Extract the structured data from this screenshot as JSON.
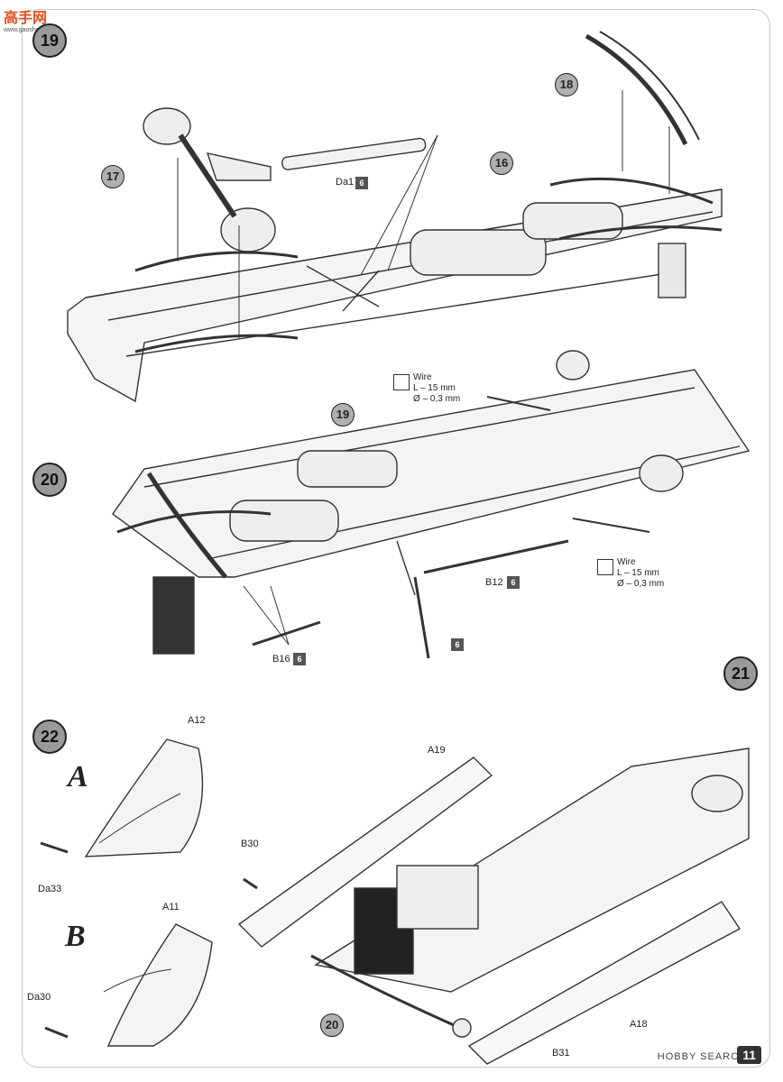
{
  "watermark": {
    "site": "高手网",
    "url": "www.gaoshou.com"
  },
  "steps": [
    {
      "number": "19"
    },
    {
      "number": "20"
    },
    {
      "number": "21"
    },
    {
      "number": "22"
    }
  ],
  "callouts": [
    "17",
    "18",
    "16",
    "19",
    "20"
  ],
  "parts": {
    "da1": "Da1",
    "b12": "B12",
    "b16": "B16",
    "a12": "A12",
    "a11": "A11",
    "a19": "A19",
    "a18": "A18",
    "b30": "B30",
    "b31": "B31",
    "da33": "Da33",
    "da30": "Da30"
  },
  "paint_code": "6",
  "sub_steps": {
    "a": "A",
    "b": "B"
  },
  "wire_note": {
    "label": "Wire",
    "length": "L – 15 mm",
    "diameter": "Ø – 0,3 mm"
  },
  "footer": {
    "hobby": "HOBBY SEARCH",
    "page": "11"
  }
}
